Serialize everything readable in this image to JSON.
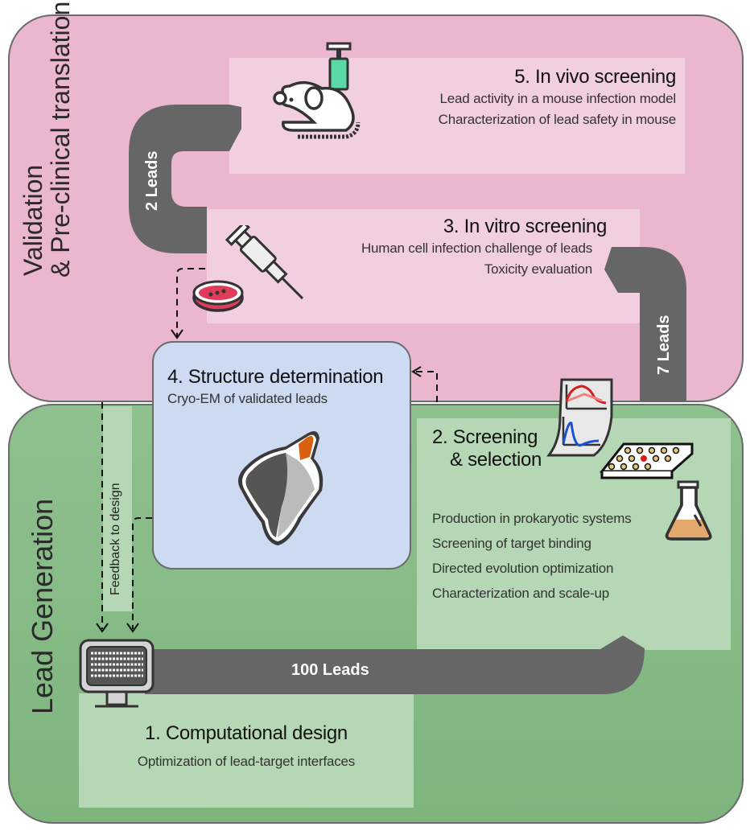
{
  "sections": {
    "validation_label_line1": "Validation",
    "validation_label_line2": "& Pre-clinical translation",
    "lead_generation_label": "Lead Generation"
  },
  "steps": {
    "in_vivo": {
      "title": "5. In vivo screening",
      "lines": [
        "Lead activity in a mouse infection model",
        "Characterization of lead safety in mouse"
      ]
    },
    "in_vitro": {
      "title": "3. In vitro screening",
      "lines": [
        "Human cell infection challenge of leads",
        "Toxicity evaluation"
      ]
    },
    "structure": {
      "title": "4. Structure determination",
      "lines": [
        "Cryo-EM of validated leads"
      ]
    },
    "screening": {
      "title_line1": "2. Screening",
      "title_line2": "& selection",
      "lines": [
        "Production in prokaryotic systems",
        "Screening of target binding",
        "Directed evolution optimization",
        "Characterization and scale-up"
      ]
    },
    "computational": {
      "title": "1. Computational design",
      "lines": [
        "Optimization of lead-target interfaces"
      ]
    }
  },
  "arrows": {
    "leads_100": "100 Leads",
    "leads_7": "7 Leads",
    "leads_2": "2 Leads",
    "feedback": "Feedback to design"
  },
  "colors": {
    "pink_panel": "#ebb6d0",
    "green_panel": "#8fc08f",
    "arrow_gray": "#666666",
    "blue_box": "#ccdaf2",
    "protein_highlight": "#d9600f"
  }
}
